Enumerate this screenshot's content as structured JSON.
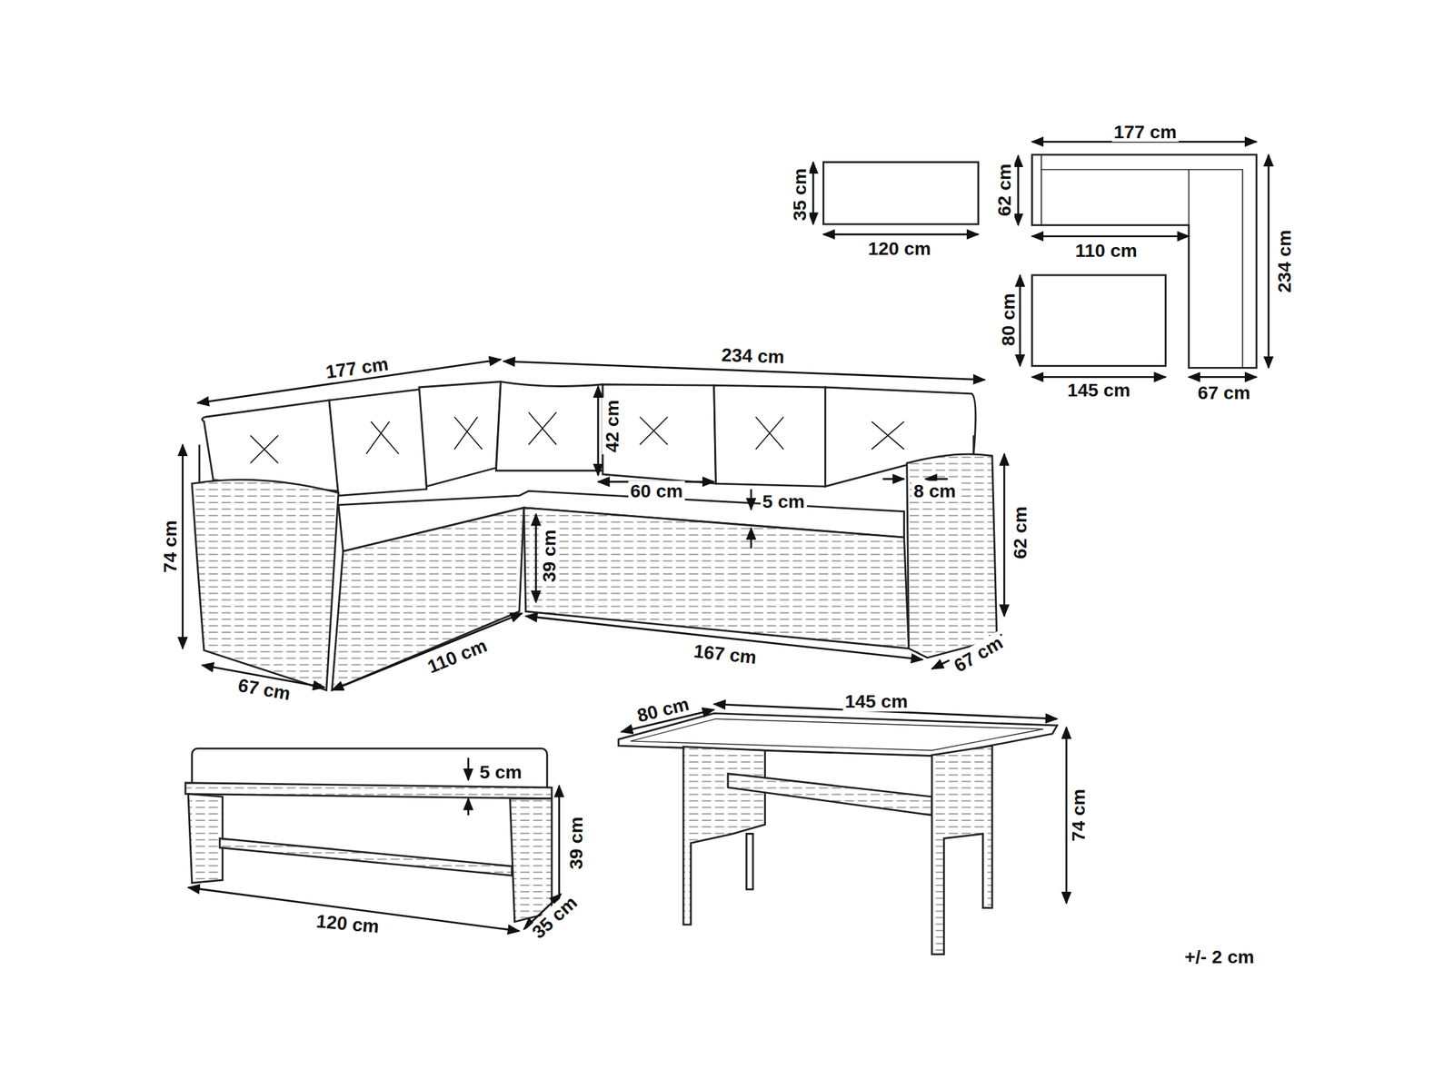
{
  "diagram": {
    "labels": [
      "35 cm",
      "120 cm",
      "177 cm",
      "62 cm",
      "110 cm",
      "234 cm",
      "80 cm",
      "145 cm",
      "67 cm",
      "177 cm",
      "234 cm",
      "42 cm",
      "74 cm",
      "60 cm",
      "5 cm",
      "8 cm",
      "62 cm",
      "39 cm",
      "110 cm",
      "167 cm",
      "67 cm",
      "67 cm",
      "5 cm",
      "39 cm",
      "120 cm",
      "35 cm",
      "80 cm",
      "145 cm",
      "74 cm",
      "+/- 2 cm"
    ]
  }
}
